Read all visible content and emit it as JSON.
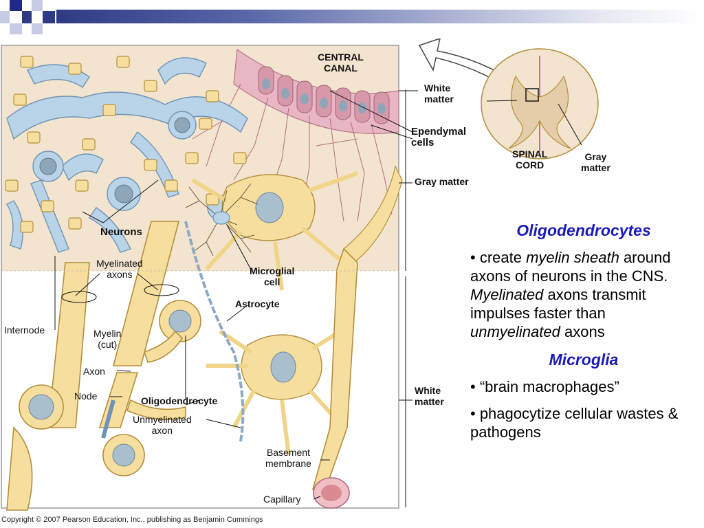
{
  "diagram": {
    "labels": {
      "central_canal": [
        "CENTRAL",
        "CANAL"
      ],
      "white_matter_top": [
        "White",
        "matter"
      ],
      "ependymal_cells": [
        "Ependymal",
        "cells"
      ],
      "spinal_cord": [
        "SPINAL",
        "CORD"
      ],
      "gray_matter_cord": [
        "Gray",
        "matter"
      ],
      "gray_matter_side": "Gray matter",
      "white_matter_side": [
        "White",
        "matter"
      ],
      "neurons": "Neurons",
      "myelinated_axons": [
        "Myelinated",
        "axons"
      ],
      "microglial_cell": [
        "Microglial",
        "cell"
      ],
      "astrocyte": "Astrocyte",
      "internode": "Internode",
      "myelin_cut": [
        "Myelin",
        "(cut)"
      ],
      "axon": "Axon",
      "node": "Node",
      "oligodendrocyte": "Oligodendrocyte",
      "unmyelinated_axon": [
        "Unmyelinated",
        "axon"
      ],
      "basement_membrane": [
        "Basement",
        "membrane"
      ],
      "capillary": "Capillary"
    },
    "colors": {
      "gray_matter_bg": "#f3e4cf",
      "neuron_blue": "#b9d3e8",
      "glia_yellow": "#f6df9e",
      "ependymal_pink": "#e9b7c4",
      "nucleus": "#8fa5b8",
      "capillary_red": "#d98a92"
    }
  },
  "copyright": "Copyright © 2007 Pearson Education, Inc., publishing as Benjamin Cummings",
  "panel": {
    "oligo_title": "Oligodendrocytes",
    "oligo_para": [
      {
        "t": "• create ",
        "i": false
      },
      {
        "t": "myelin sheath",
        "i": true
      },
      {
        "t": " around axons of neurons in the CNS. ",
        "i": false
      },
      {
        "t": "Myelinated",
        "i": true
      },
      {
        "t": " axons transmit impulses faster than ",
        "i": false
      },
      {
        "t": "unmyelinated",
        "i": true
      },
      {
        "t": " axons",
        "i": false
      }
    ],
    "microglia_title": "Microglia",
    "microglia_bullets": [
      "• “brain macrophages”",
      "• phagocytize cellular wastes & pathogens"
    ]
  }
}
